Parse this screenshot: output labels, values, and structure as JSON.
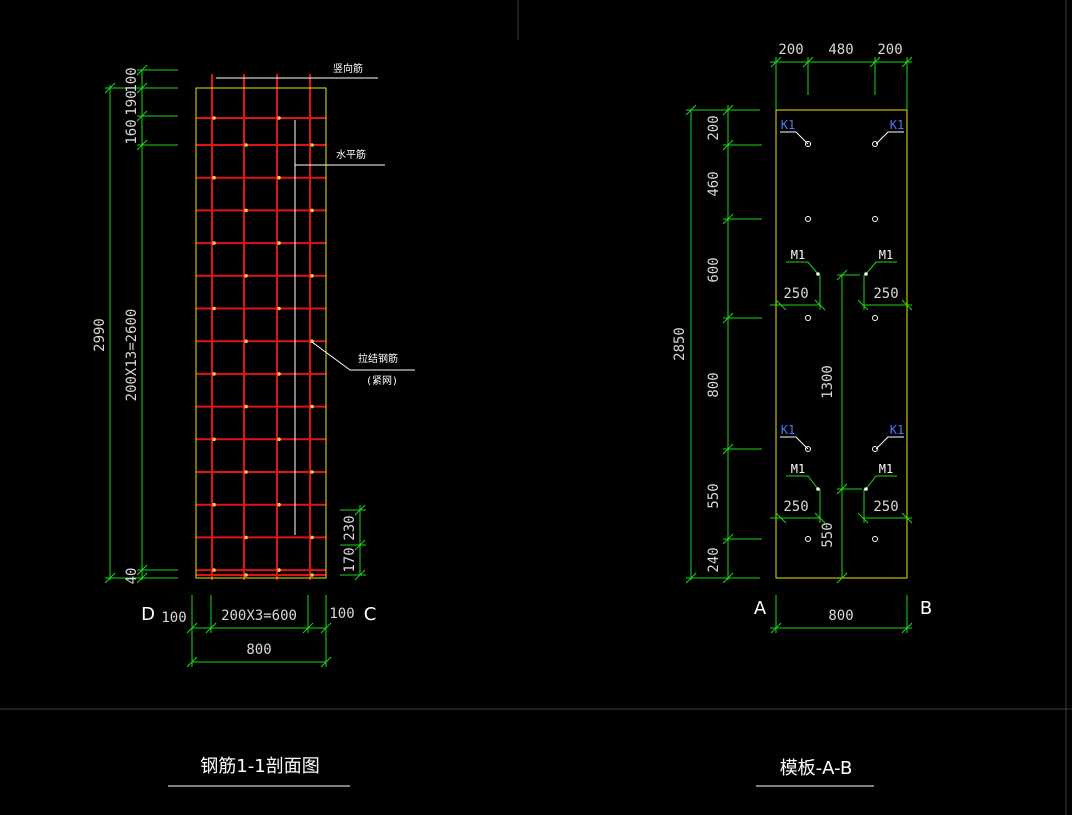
{
  "left": {
    "title": "钢筋1-1剖面图",
    "callouts": [
      "竖向筋",
      "水平筋",
      "拉结钢筋",
      "(紧网)"
    ],
    "dims_v_top": [
      "100",
      "190",
      "160"
    ],
    "dim_total_height": "2990",
    "dim_mid": "200X13=2600",
    "dim_bottom": "40",
    "dims_right_lower": [
      "230",
      "170"
    ],
    "dims_h": [
      "100",
      "200X3=600",
      "100"
    ],
    "dim_width": "800",
    "markers": [
      "D",
      "C"
    ]
  },
  "right": {
    "title": "模板-A-B",
    "dims_top": [
      "200",
      "480",
      "200"
    ],
    "dim_total_height": "2850",
    "dims_v": [
      "200",
      "460",
      "600",
      "800",
      "550",
      "240"
    ],
    "dim_inner_v": [
      "1300",
      "550"
    ],
    "dims_250": [
      "250",
      "250",
      "250",
      "250"
    ],
    "dim_width": "800",
    "markers": [
      "A",
      "B"
    ],
    "labels_k": [
      "K1",
      "K1",
      "K1",
      "K1"
    ],
    "labels_m": [
      "M1",
      "M1",
      "M1",
      "M1"
    ]
  },
  "colors": {
    "background": "#000000",
    "dimension": "#19d919",
    "outline": "#e6e600",
    "rebar": "#e01414",
    "text": "#ffffff",
    "label_blue": "#4a78ff"
  }
}
